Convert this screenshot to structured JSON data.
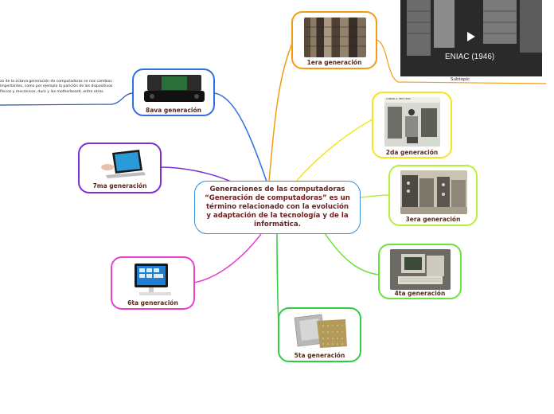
{
  "central": {
    "text": "Generaciones de las computadoras “Generación de computadoras” es un término relacionado con la evolución y adaptación de la tecnología y de la informática."
  },
  "branches": [
    {
      "key": "g1",
      "label": "1era generación",
      "color": "#f39c12"
    },
    {
      "key": "g2",
      "label": "2da generación",
      "color": "#f5e51f"
    },
    {
      "key": "g3",
      "label": "3era generación",
      "color": "#b9ef3c"
    },
    {
      "key": "g4",
      "label": "4ta generación",
      "color": "#6be23a"
    },
    {
      "key": "g5",
      "label": "5ta generación",
      "color": "#2ecc40"
    },
    {
      "key": "g6",
      "label": "6ta generación",
      "color": "#e83fd2"
    },
    {
      "key": "g7",
      "label": "7ma generación",
      "color": "#7b2fd6"
    },
    {
      "key": "g8",
      "label": "8ava generación",
      "color": "#2f6fe0"
    }
  ],
  "g1_video": {
    "title": "ENIAC (1946)",
    "subtopic": "Subtopic"
  },
  "g8_note": {
    "text": "zo de la octava generación de computadoras se nos cambios importantes, como por ejemplo la parición de los dispositivos físicos y mecánicos, duro y las motherboard, entre otros."
  },
  "g2_thumb_caption": "LAMINA 1: IBM 7090"
}
